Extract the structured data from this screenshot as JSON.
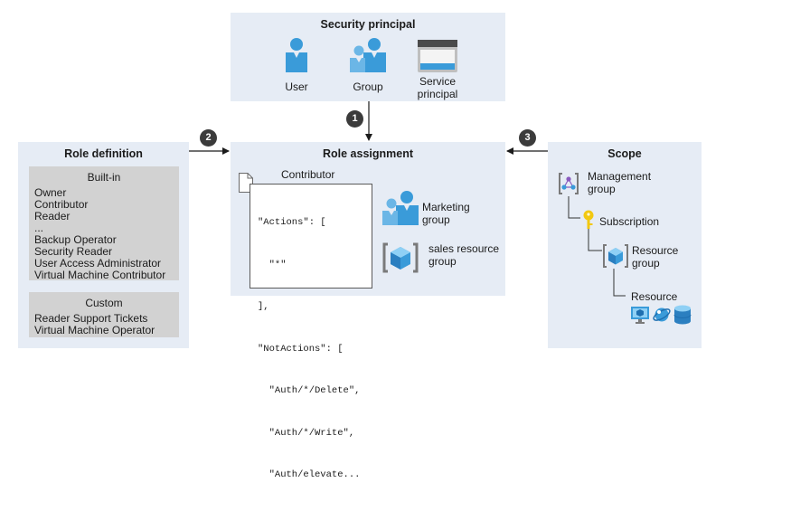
{
  "security_principal": {
    "title": "Security principal",
    "user": "User",
    "group": "Group",
    "service_principal_line1": "Service",
    "service_principal_line2": "principal"
  },
  "steps": {
    "one": "1",
    "two": "2",
    "three": "3"
  },
  "role_definition": {
    "title": "Role definition",
    "builtin": {
      "title": "Built-in",
      "items": [
        "Owner",
        "Contributor",
        "Reader",
        "...",
        "Backup Operator",
        "Security Reader",
        "User Access Administrator",
        "Virtual Machine Contributor"
      ]
    },
    "custom": {
      "title": "Custom",
      "items": [
        "Reader Support Tickets",
        "Virtual Machine Operator"
      ]
    }
  },
  "role_assignment": {
    "title": "Role assignment",
    "role_name": "Contributor",
    "code_lines": [
      "\"Actions\": [",
      "  \"*\"",
      "],",
      "\"NotActions\": [",
      "  \"Auth/*/Delete\",",
      "  \"Auth/*/Write\",",
      "  \"Auth/elevate..."
    ],
    "group_line1": "Marketing",
    "group_line2": "group",
    "rg_line1": "sales resource",
    "rg_line2": "group"
  },
  "scope": {
    "title": "Scope",
    "mg_line1": "Management",
    "mg_line2": "group",
    "subscription": "Subscription",
    "rg_line1": "Resource",
    "rg_line2": "group",
    "resource": "Resource"
  },
  "colors": {
    "panel": "#e6ecf5",
    "icon_blue": "#3a9bd9",
    "gray_box": "#d2d2d2",
    "step": "#3b3b3b"
  }
}
